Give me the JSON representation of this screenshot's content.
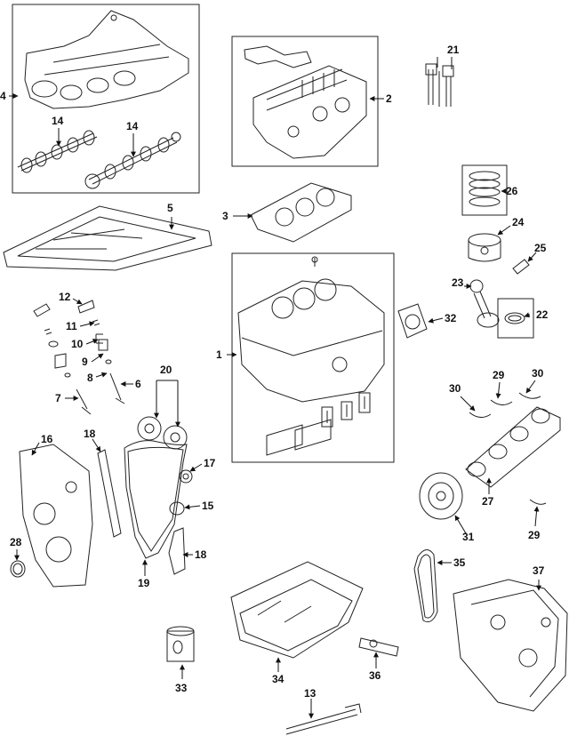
{
  "callouts": [
    {
      "id": "1",
      "text": "1"
    },
    {
      "id": "2",
      "text": "2"
    },
    {
      "id": "3",
      "text": "3"
    },
    {
      "id": "4",
      "text": "4"
    },
    {
      "id": "5",
      "text": "5"
    },
    {
      "id": "6",
      "text": "6"
    },
    {
      "id": "7",
      "text": "7"
    },
    {
      "id": "8",
      "text": "8"
    },
    {
      "id": "9",
      "text": "9"
    },
    {
      "id": "10",
      "text": "10"
    },
    {
      "id": "11",
      "text": "11"
    },
    {
      "id": "12",
      "text": "12"
    },
    {
      "id": "13",
      "text": "13"
    },
    {
      "id": "14a",
      "text": "14"
    },
    {
      "id": "14b",
      "text": "14"
    },
    {
      "id": "15",
      "text": "15"
    },
    {
      "id": "16",
      "text": "16"
    },
    {
      "id": "17",
      "text": "17"
    },
    {
      "id": "18a",
      "text": "18"
    },
    {
      "id": "18b",
      "text": "18"
    },
    {
      "id": "19",
      "text": "19"
    },
    {
      "id": "20",
      "text": "20"
    },
    {
      "id": "21",
      "text": "21"
    },
    {
      "id": "22",
      "text": "22"
    },
    {
      "id": "23",
      "text": "23"
    },
    {
      "id": "24",
      "text": "24"
    },
    {
      "id": "25",
      "text": "25"
    },
    {
      "id": "26",
      "text": "26"
    },
    {
      "id": "27",
      "text": "27"
    },
    {
      "id": "28",
      "text": "28"
    },
    {
      "id": "29a",
      "text": "29"
    },
    {
      "id": "29b",
      "text": "29"
    },
    {
      "id": "30a",
      "text": "30"
    },
    {
      "id": "30b",
      "text": "30"
    },
    {
      "id": "31",
      "text": "31"
    },
    {
      "id": "32",
      "text": "32"
    },
    {
      "id": "33",
      "text": "33"
    },
    {
      "id": "34",
      "text": "34"
    },
    {
      "id": "35",
      "text": "35"
    },
    {
      "id": "36",
      "text": "36"
    },
    {
      "id": "37",
      "text": "37"
    }
  ]
}
